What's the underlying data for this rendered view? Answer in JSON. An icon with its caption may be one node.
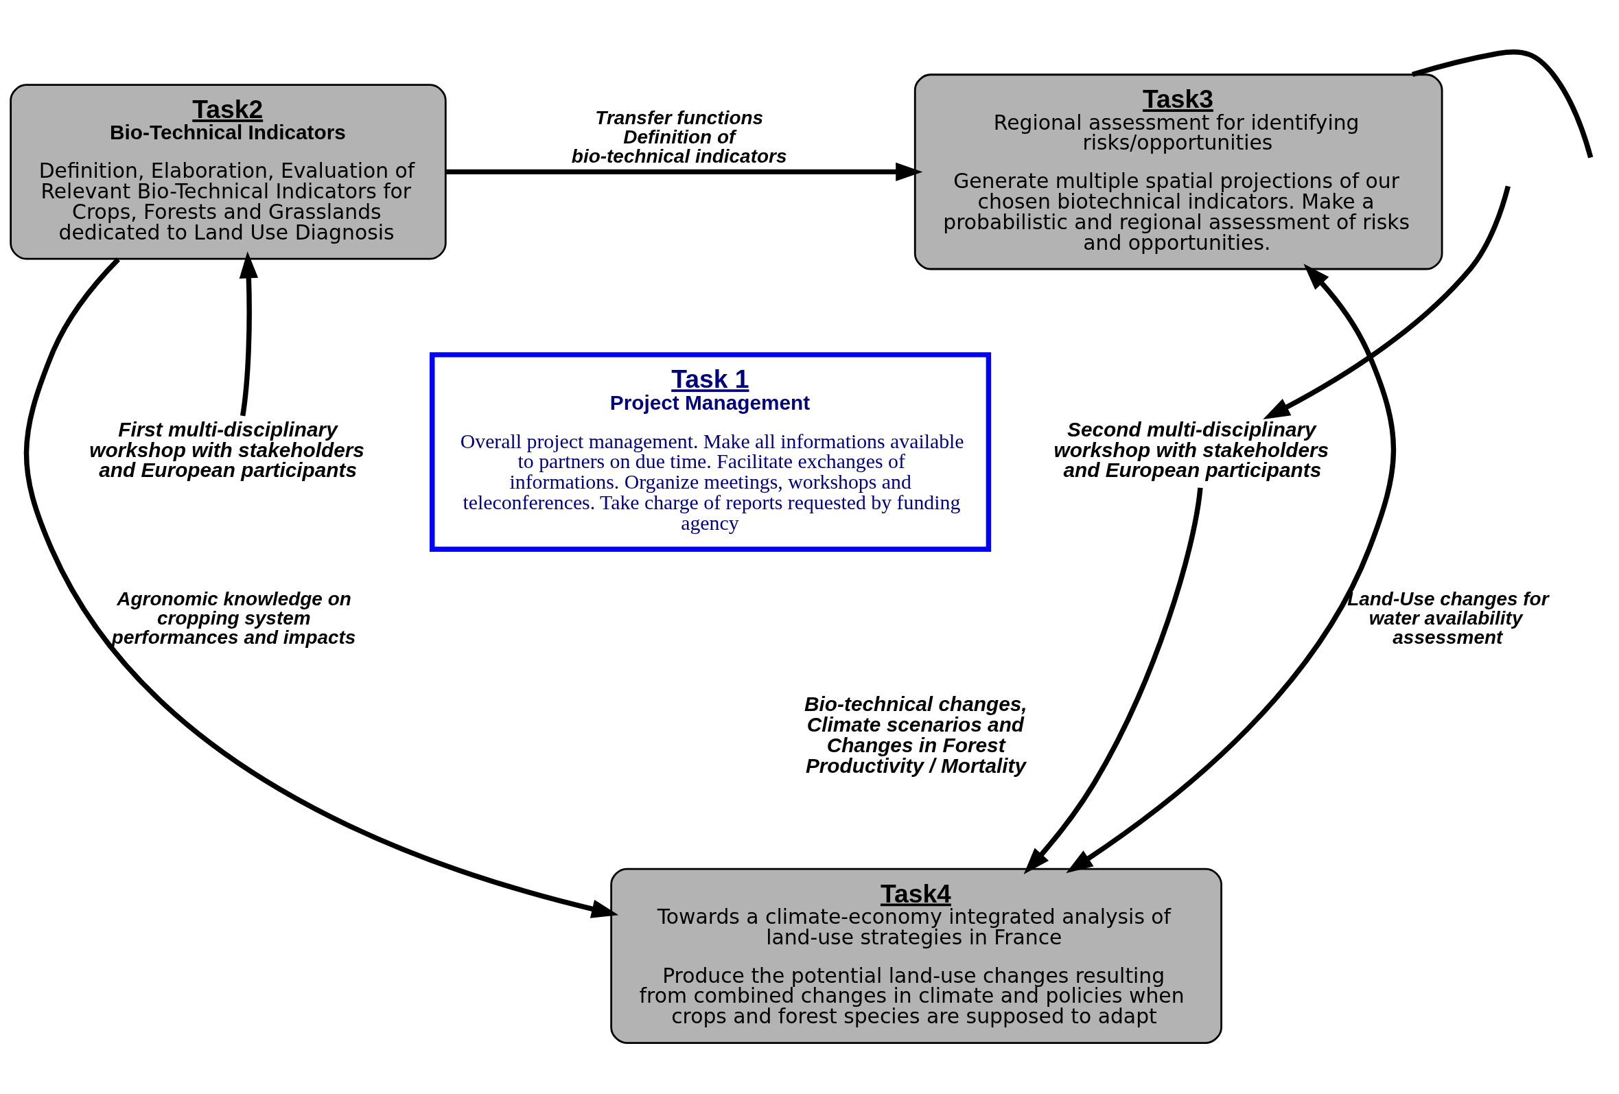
{
  "diagram": {
    "nodes": [
      {
        "text": [
          "Task2",
          "Bio-Technical Indicators",
          "Definition, Elaboration, Evaluation of Relevant Bio-Technical Indicators for Crops, Forests and Grasslands dedicated to Land Use Diagnosis"
        ]
      },
      {
        "text": [
          "Task3",
          "Regional assessment for identifying risks/opportunities",
          "Generate multiple spatial projections of our chosen biotechnical indicators. Make a probabilistic and regional assessment of risks and opportunities."
        ]
      },
      {
        "text": [
          "Task 1",
          "Project Management",
          "Overall project management. Make all informations available to partners on due time. Facilitate exchanges of informations. Organize meetings, workshops and teleconferences. Take charge of reports requested by funding agency"
        ]
      },
      {
        "text": [
          "Task4",
          "Towards a climate-economy integrated analysis of land-use strategies in France",
          "Produce the potential land-use changes resulting from combined changes in climate and policies when crops and forest species are supposed to adapt"
        ]
      },
      {
        "text": [
          "First multi-disciplinary workshop with stakeholders and European participants"
        ]
      },
      {
        "text": [
          "Second multi-disciplinary workshop with stakeholders and European participants"
        ]
      }
    ],
    "edges": [
      {
        "from": 0,
        "to": 1,
        "arrow": "to",
        "label": "Transfer functions Definition of bio-technical indicators"
      },
      {
        "from": 4,
        "to": 0,
        "arrow": "to"
      },
      {
        "from": 0,
        "to": 3,
        "arrow": "to",
        "label": "Agronomic knowledge on cropping system performances and impacts"
      },
      {
        "from": 3,
        "to": 1,
        "arrow": "both",
        "label": "Land-Use changes for water availability assessment"
      },
      {
        "from": 1,
        "to": null,
        "arrow": "none"
      },
      {
        "from": null,
        "to": 5,
        "arrow": "to"
      },
      {
        "from": 5,
        "to": 3,
        "arrow": "to"
      }
    ],
    "labels": [
      "Bio-technical changes, Climate scenarios and Changes in Forest Productivity / Mortality"
    ]
  }
}
